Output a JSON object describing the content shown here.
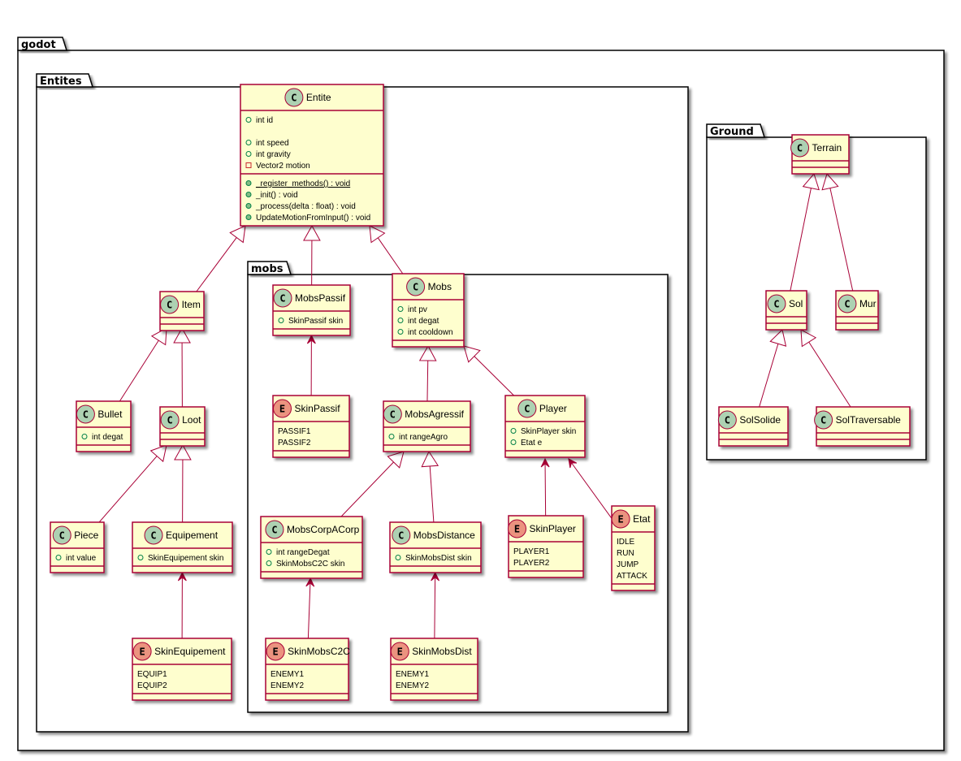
{
  "diagram": {
    "type": "uml-class-diagram",
    "colors": {
      "class_fill": "#FEFECE",
      "class_border": "#A80036",
      "class_icon_fill": "#ADD1B2",
      "enum_icon_fill": "#EB937F",
      "public_field": "#038048",
      "private_field": "#C82930",
      "package_border": "#000000",
      "edge": "#A80036"
    },
    "packages": [
      {
        "id": "godot",
        "label": "godot"
      },
      {
        "id": "Entites",
        "label": "Entites",
        "parent": "godot"
      },
      {
        "id": "mobs",
        "label": "mobs",
        "parent": "Entites"
      },
      {
        "id": "Ground",
        "label": "Ground",
        "parent": "godot"
      }
    ],
    "classes": [
      {
        "id": "Entite",
        "kind": "class",
        "icon": "C",
        "name": "Entite",
        "package": "Entites",
        "fields": [
          {
            "vis": "public",
            "text": "int id"
          },
          {
            "vis": "blank",
            "text": ""
          },
          {
            "vis": "public",
            "text": "int speed"
          },
          {
            "vis": "public",
            "text": "int gravity"
          },
          {
            "vis": "private",
            "text": "Vector2 motion"
          }
        ],
        "methods": [
          {
            "vis": "public-method",
            "text": "_register_methods() : void",
            "static": true
          },
          {
            "vis": "public-method",
            "text": "_init() : void"
          },
          {
            "vis": "public-method",
            "text": "_process(delta : float) : void"
          },
          {
            "vis": "public-method",
            "text": "UpdateMotionFromInput() : void"
          }
        ]
      },
      {
        "id": "Item",
        "kind": "class",
        "icon": "C",
        "name": "Item",
        "package": "Entites",
        "fields": [],
        "methods": []
      },
      {
        "id": "Bullet",
        "kind": "class",
        "icon": "C",
        "name": "Bullet",
        "package": "Entites",
        "fields": [
          {
            "vis": "public",
            "text": "int degat"
          }
        ],
        "methods": []
      },
      {
        "id": "Loot",
        "kind": "class",
        "icon": "C",
        "name": "Loot",
        "package": "Entites",
        "fields": [],
        "methods": []
      },
      {
        "id": "Piece",
        "kind": "class",
        "icon": "C",
        "name": "Piece",
        "package": "Entites",
        "fields": [
          {
            "vis": "public",
            "text": "int value"
          }
        ],
        "methods": []
      },
      {
        "id": "Equipement",
        "kind": "class",
        "icon": "C",
        "name": "Equipement",
        "package": "Entites",
        "fields": [
          {
            "vis": "public",
            "text": "SkinEquipement skin"
          }
        ],
        "methods": []
      },
      {
        "id": "SkinEquipement",
        "kind": "enum",
        "icon": "E",
        "name": "SkinEquipement",
        "package": "Entites",
        "values": [
          "EQUIP1",
          "EQUIP2"
        ]
      },
      {
        "id": "MobsPassif",
        "kind": "class",
        "icon": "C",
        "name": "MobsPassif",
        "package": "mobs",
        "fields": [
          {
            "vis": "public",
            "text": "SkinPassif skin"
          }
        ],
        "methods": []
      },
      {
        "id": "SkinPassif",
        "kind": "enum",
        "icon": "E",
        "name": "SkinPassif",
        "package": "mobs",
        "values": [
          "PASSIF1",
          "PASSIF2"
        ]
      },
      {
        "id": "Mobs",
        "kind": "class",
        "icon": "C",
        "name": "Mobs",
        "package": "mobs",
        "fields": [
          {
            "vis": "public",
            "text": "int pv"
          },
          {
            "vis": "public",
            "text": "int degat"
          },
          {
            "vis": "public",
            "text": "int cooldown"
          }
        ],
        "methods": []
      },
      {
        "id": "MobsAgressif",
        "kind": "class",
        "icon": "C",
        "name": "MobsAgressif",
        "package": "mobs",
        "fields": [
          {
            "vis": "public",
            "text": "int rangeAgro"
          }
        ],
        "methods": []
      },
      {
        "id": "Player",
        "kind": "class",
        "icon": "C",
        "name": "Player",
        "package": "mobs",
        "fields": [
          {
            "vis": "public",
            "text": "SkinPlayer skin"
          },
          {
            "vis": "public",
            "text": "Etat e"
          }
        ],
        "methods": []
      },
      {
        "id": "MobsCorpACorp",
        "kind": "class",
        "icon": "C",
        "name": "MobsCorpACorp",
        "package": "mobs",
        "fields": [
          {
            "vis": "public",
            "text": "int rangeDegat"
          },
          {
            "vis": "public",
            "text": "SkinMobsC2C skin"
          }
        ],
        "methods": []
      },
      {
        "id": "MobsDistance",
        "kind": "class",
        "icon": "C",
        "name": "MobsDistance",
        "package": "mobs",
        "fields": [
          {
            "vis": "public",
            "text": "SkinMobsDist skin"
          }
        ],
        "methods": []
      },
      {
        "id": "SkinPlayer",
        "kind": "enum",
        "icon": "E",
        "name": "SkinPlayer",
        "package": "mobs",
        "values": [
          "PLAYER1",
          "PLAYER2"
        ]
      },
      {
        "id": "Etat",
        "kind": "enum",
        "icon": "E",
        "name": "Etat",
        "package": "mobs",
        "values": [
          "IDLE",
          "RUN",
          "JUMP",
          "ATTACK"
        ]
      },
      {
        "id": "SkinMobsC2C",
        "kind": "enum",
        "icon": "E",
        "name": "SkinMobsC2C",
        "package": "mobs",
        "values": [
          "ENEMY1",
          "ENEMY2"
        ]
      },
      {
        "id": "SkinMobsDist",
        "kind": "enum",
        "icon": "E",
        "name": "SkinMobsDist",
        "package": "mobs",
        "values": [
          "ENEMY1",
          "ENEMY2"
        ]
      },
      {
        "id": "Terrain",
        "kind": "class",
        "icon": "C",
        "name": "Terrain",
        "package": "Ground",
        "fields": [],
        "methods": []
      },
      {
        "id": "Sol",
        "kind": "class",
        "icon": "C",
        "name": "Sol",
        "package": "Ground",
        "fields": [],
        "methods": []
      },
      {
        "id": "Mur",
        "kind": "class",
        "icon": "C",
        "name": "Mur",
        "package": "Ground",
        "fields": [],
        "methods": []
      },
      {
        "id": "SolSolide",
        "kind": "class",
        "icon": "C",
        "name": "SolSolide",
        "package": "Ground",
        "fields": [],
        "methods": []
      },
      {
        "id": "SolTraversable",
        "kind": "class",
        "icon": "C",
        "name": "SolTraversable",
        "package": "Ground",
        "fields": [],
        "methods": []
      }
    ],
    "relations": [
      {
        "type": "inheritance",
        "from": "Item",
        "to": "Entite"
      },
      {
        "type": "inheritance",
        "from": "MobsPassif",
        "to": "Entite"
      },
      {
        "type": "inheritance",
        "from": "Mobs",
        "to": "Entite"
      },
      {
        "type": "inheritance",
        "from": "Bullet",
        "to": "Item"
      },
      {
        "type": "inheritance",
        "from": "Loot",
        "to": "Item"
      },
      {
        "type": "inheritance",
        "from": "Piece",
        "to": "Loot"
      },
      {
        "type": "inheritance",
        "from": "Equipement",
        "to": "Loot"
      },
      {
        "type": "association",
        "from": "SkinEquipement",
        "to": "Equipement"
      },
      {
        "type": "association",
        "from": "SkinPassif",
        "to": "MobsPassif"
      },
      {
        "type": "inheritance",
        "from": "MobsAgressif",
        "to": "Mobs"
      },
      {
        "type": "inheritance",
        "from": "Player",
        "to": "Mobs"
      },
      {
        "type": "inheritance",
        "from": "MobsCorpACorp",
        "to": "MobsAgressif"
      },
      {
        "type": "inheritance",
        "from": "MobsDistance",
        "to": "MobsAgressif"
      },
      {
        "type": "association",
        "from": "SkinPlayer",
        "to": "Player"
      },
      {
        "type": "association",
        "from": "Etat",
        "to": "Player"
      },
      {
        "type": "association",
        "from": "SkinMobsC2C",
        "to": "MobsCorpACorp"
      },
      {
        "type": "association",
        "from": "SkinMobsDist",
        "to": "MobsDistance"
      },
      {
        "type": "inheritance",
        "from": "Sol",
        "to": "Terrain"
      },
      {
        "type": "inheritance",
        "from": "Mur",
        "to": "Terrain"
      },
      {
        "type": "inheritance",
        "from": "SolSolide",
        "to": "Sol"
      },
      {
        "type": "inheritance",
        "from": "SolTraversable",
        "to": "Sol"
      }
    ]
  }
}
